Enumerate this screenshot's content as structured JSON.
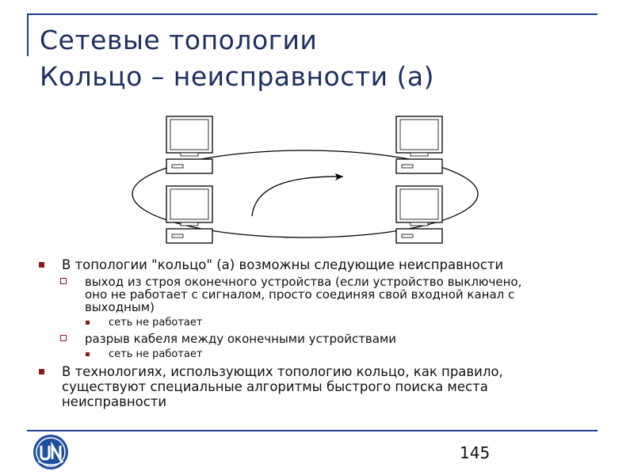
{
  "title": {
    "line1": "Сетевые топологии",
    "line2": "Кольцо – неисправности (а)"
  },
  "icons": {
    "workstation": "computer-icon",
    "arrow": "curved-arrow-icon",
    "logo": "unn-logo-icon"
  },
  "colors": {
    "accent_rule": "#1f3f8f",
    "title_text": "#1f2f60",
    "bullet_marker": "#8b1a1a"
  },
  "bullets": [
    {
      "text": "В топологии \"кольцо\" (а) возможны следующие неисправности",
      "children": [
        {
          "text": "выход из строя оконечного устройства (если устройство выключено,\nоно не работает с сигналом, просто соединяя свой входной канал с\nвыходным)",
          "children": [
            "сеть не работает"
          ]
        },
        {
          "text": "разрыв кабеля между оконечными устройствами",
          "children": [
            "сеть не работает"
          ]
        }
      ]
    },
    {
      "text": "В технологиях, использующих топологию кольцо, как правило,\nсуществуют специальные алгоритмы быстрого поиска места\nнеисправности",
      "children": []
    }
  ],
  "page_number": "145"
}
